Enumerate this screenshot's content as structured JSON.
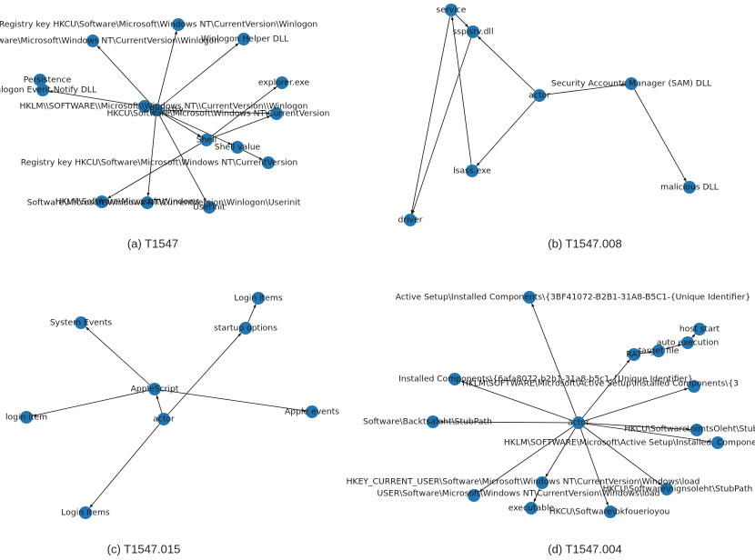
{
  "figure": {
    "node_color": "#1f77b4",
    "edge_color": "#1a1a1a",
    "panels": [
      {
        "id": "a",
        "caption": "(a) T1547",
        "nodes": [
          {
            "id": "center",
            "label": "Registry"
          },
          {
            "id": "regkey_top",
            "label": "Registry key HKCU\\Software\\Microsoft\\Windows NT\\CurrentVersion\\Winlogon"
          },
          {
            "id": "winlogon_left",
            "label": "Software\\Microsoft\\Windows NT\\CurrentVersion\\Winlogon"
          },
          {
            "id": "helper_dll",
            "label": "Winlogon Helper DLL"
          },
          {
            "id": "persistence",
            "label": "Persistence"
          },
          {
            "id": "notify_dll",
            "label": "Winlogon Event Notify DLL"
          },
          {
            "id": "hklm_dbl",
            "label": "HKLM\\\\SOFTWARE\\\\Microsoft\\\\Windows NT\\\\CurrentVersion\\\\Winlogon"
          },
          {
            "id": "hkcu_c",
            "label": "HKCU\\Software\\Microsoft\\Windows NT\\CurrentVersion"
          },
          {
            "id": "explorer",
            "label": "explorer.exe"
          },
          {
            "id": "shell",
            "label": "Shell"
          },
          {
            "id": "shell_value",
            "label": "Shell value"
          },
          {
            "id": "regkey_mid",
            "label": "Registry key HKCU\\Software\\Microsoft\\Windows NT\\CurrentVersion"
          },
          {
            "id": "hklm_left",
            "label": "HKLM\\Software\\Microsoft\\Windows"
          },
          {
            "id": "userinit_path",
            "label": "Software\\Microsoft\\Windows NT\\CurrentVersion\\Winlogon\\Userinit"
          },
          {
            "id": "userinit",
            "label": "Userinit"
          }
        ],
        "edges": [
          [
            "center",
            "regkey_top"
          ],
          [
            "center",
            "winlogon_left"
          ],
          [
            "center",
            "helper_dll"
          ],
          [
            "hklm_dbl",
            "notify_dll"
          ],
          [
            "center",
            "hklm_dbl"
          ],
          [
            "center",
            "hkcu_c"
          ],
          [
            "center",
            "shell"
          ],
          [
            "center",
            "shell_value"
          ],
          [
            "shell_value",
            "regkey_mid"
          ],
          [
            "shell",
            "explorer"
          ],
          [
            "shell",
            "hklm_left"
          ],
          [
            "center",
            "userinit_path"
          ],
          [
            "center",
            "userinit"
          ],
          [
            "shell",
            "hkcu_c"
          ]
        ]
      },
      {
        "id": "b",
        "caption": "(b) T1547.008",
        "nodes": [
          {
            "id": "service",
            "label": "service"
          },
          {
            "id": "sspisrv",
            "label": "sspisrv.dll"
          },
          {
            "id": "actor",
            "label": "actor"
          },
          {
            "id": "sam",
            "label": "Security Accounts Manager (SAM) DLL"
          },
          {
            "id": "lsass",
            "label": "lsass.exe"
          },
          {
            "id": "malicious",
            "label": "malicious DLL"
          },
          {
            "id": "driver",
            "label": "driver"
          }
        ],
        "edges": [
          [
            "service",
            "sspisrv"
          ],
          [
            "actor",
            "sspisrv"
          ],
          [
            "actor",
            "sam"
          ],
          [
            "actor",
            "lsass"
          ],
          [
            "sam",
            "malicious"
          ],
          [
            "service",
            "driver"
          ],
          [
            "sspisrv",
            "driver"
          ],
          [
            "lsass",
            "service"
          ]
        ]
      },
      {
        "id": "c",
        "caption": "(c) T1547.015",
        "nodes": [
          {
            "id": "login_items_top",
            "label": "Login items"
          },
          {
            "id": "system_events",
            "label": "System Events"
          },
          {
            "id": "startup_options",
            "label": "startup options"
          },
          {
            "id": "applescript",
            "label": "AppleScript"
          },
          {
            "id": "login_item",
            "label": "login item"
          },
          {
            "id": "actor",
            "label": "actor"
          },
          {
            "id": "apple_events",
            "label": "Apple events"
          },
          {
            "id": "login_items_bottom",
            "label": "Login Items"
          }
        ],
        "edges": [
          [
            "applescript",
            "system_events"
          ],
          [
            "startup_options",
            "login_items_top"
          ],
          [
            "actor",
            "startup_options"
          ],
          [
            "actor",
            "applescript"
          ],
          [
            "applescript",
            "login_item"
          ],
          [
            "applescript",
            "apple_events"
          ],
          [
            "actor",
            "login_items_bottom"
          ]
        ]
      },
      {
        "id": "d",
        "caption": "(d) T1547.004",
        "nodes": [
          {
            "id": "active_top",
            "label": "Active Setup\\Installed Components\\{3BF41072-B2B1-31A8-B5C1-{Unique Identifier}"
          },
          {
            "id": "host_start",
            "label": "host start"
          },
          {
            "id": "auto_exec",
            "label": "auto execution"
          },
          {
            "id": "target_file",
            "label": "target file"
          },
          {
            "id": "rat",
            "label": "RAT"
          },
          {
            "id": "installed_6afa",
            "label": "Installed Components\\{6afa8072-b2b1-31a8-b5c1-{Unique Identifier}"
          },
          {
            "id": "hklm_active_3",
            "label": "HKLM\\SOFTWARE\\Microsoft\\Active Setup\\Installed Components\\{3"
          },
          {
            "id": "actor",
            "label": "actor"
          },
          {
            "id": "backtsaleht",
            "label": "Software\\Backtsaleht\\StubPath"
          },
          {
            "id": "hkcu_nimts",
            "label": "HKCU\\Software\\nimtsOleht\\StubPath"
          },
          {
            "id": "hklm_installed",
            "label": "HKLM\\SOFTWARE\\Microsoft\\Active Setup\\Installed. Components"
          },
          {
            "id": "hkcu_load",
            "label": "HKEY_CURRENT_USER\\Software\\Microsoft\\Windows NT\\CurrentVersion\\Windows\\load"
          },
          {
            "id": "user_load",
            "label": "USER\\Software\\Microsoft\\Windows NT\\CurrentVersion\\Windows\\load"
          },
          {
            "id": "hkcu_stub",
            "label": "HKCU\\Software\\nignsoleht\\StubPath"
          },
          {
            "id": "executable",
            "label": "executable"
          },
          {
            "id": "bkfouerioyou",
            "label": "HKCU\\Software\\bkfouerioyou"
          }
        ],
        "edges": [
          [
            "actor",
            "active_top"
          ],
          [
            "actor",
            "rat"
          ],
          [
            "rat",
            "target_file"
          ],
          [
            "target_file",
            "auto_exec"
          ],
          [
            "auto_exec",
            "host_start"
          ],
          [
            "actor",
            "installed_6afa"
          ],
          [
            "actor",
            "hklm_active_3"
          ],
          [
            "actor",
            "backtsaleht"
          ],
          [
            "actor",
            "hkcu_nimts"
          ],
          [
            "actor",
            "hklm_installed"
          ],
          [
            "actor",
            "hkcu_load"
          ],
          [
            "actor",
            "user_load"
          ],
          [
            "actor",
            "hkcu_stub"
          ],
          [
            "hkcu_load",
            "executable"
          ],
          [
            "actor",
            "bkfouerioyou"
          ]
        ]
      }
    ]
  }
}
